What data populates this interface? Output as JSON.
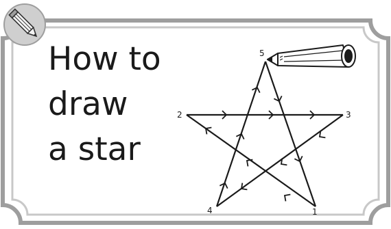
{
  "title": {
    "line1": "How to",
    "line2": "draw",
    "line3": "a star"
  },
  "steps": [
    {
      "label": "1"
    },
    {
      "label": "2"
    },
    {
      "label": "3"
    },
    {
      "label": "4"
    },
    {
      "label": "5"
    }
  ],
  "icons": {
    "corner": "pencil-badge-icon",
    "drawing_tool": "pencil-icon"
  },
  "colors": {
    "frame_outer": "#9e9e9e",
    "frame_inner": "#cfcfcf",
    "ink": "#1a1a1a"
  }
}
